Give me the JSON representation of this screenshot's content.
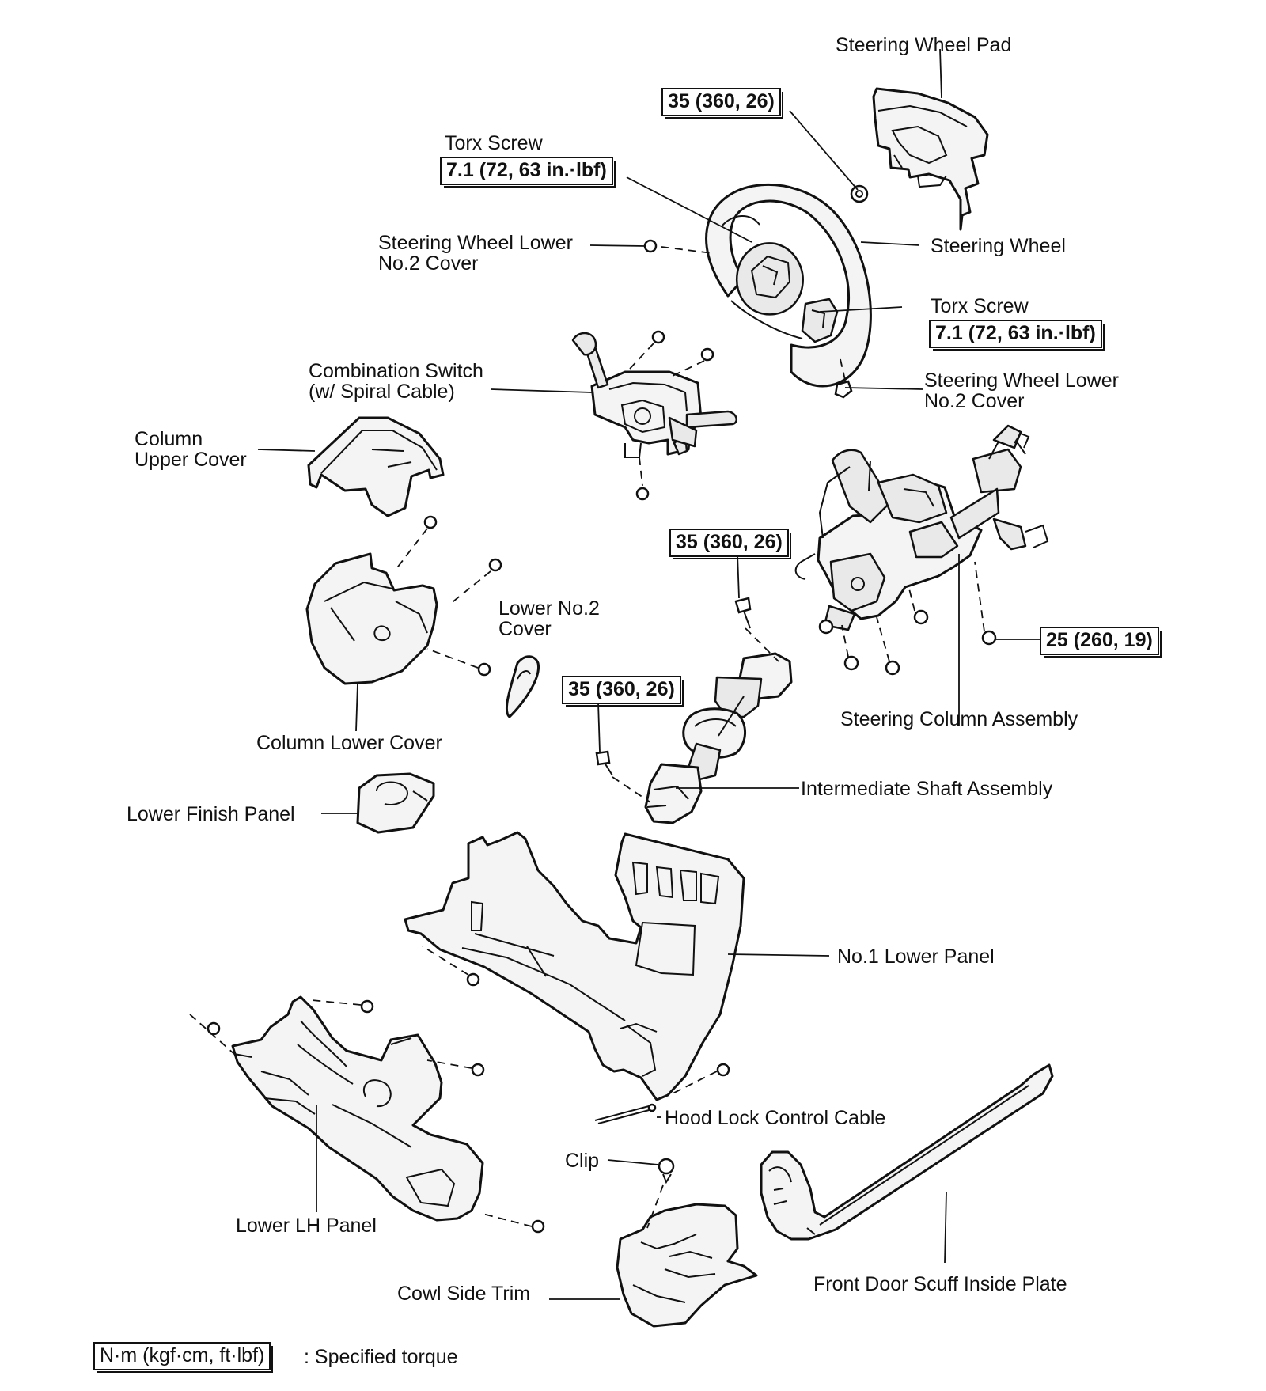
{
  "labels": {
    "steering_wheel_pad": "Steering Wheel Pad",
    "torx_screw_left": "Torx Screw",
    "torx_screw_right": "Torx Screw",
    "steering_wheel_lower_cover_left": [
      "Steering Wheel Lower",
      "No.2 Cover"
    ],
    "steering_wheel_lower_cover_right": [
      "Steering Wheel Lower",
      "No.2 Cover"
    ],
    "steering_wheel": "Steering Wheel",
    "combination_switch": [
      "Combination Switch",
      "(w/  Spiral Cable)"
    ],
    "column_upper_cover": [
      "Column",
      "Upper Cover"
    ],
    "lower_no2_cover": [
      "Lower No.2",
      "Cover"
    ],
    "column_lower_cover": "Column Lower Cover",
    "steering_column_assembly": "Steering Column Assembly",
    "intermediate_shaft_assembly": "Intermediate Shaft Assembly",
    "lower_finish_panel": "Lower Finish Panel",
    "no1_lower_panel": "No.1  Lower Panel",
    "hood_lock_control_cable": "Hood Lock Control Cable",
    "clip": "Clip",
    "lower_lh_panel": "Lower LH Panel",
    "cowl_side_trim": "Cowl Side Trim",
    "front_door_scuff_inside_plate": "Front Door Scuff Inside Plate"
  },
  "torques": {
    "wheel_nut": "35 (360, 26)",
    "torx_left": "7.1 (72, 63 in.·lbf)",
    "torx_right": "7.1 (72, 63 in.·lbf)",
    "shaft_upper": "35 (360, 26)",
    "shaft_lower": "35 (360, 26)",
    "column_nut": "25 (260, 19)"
  },
  "legend": {
    "unit": "N·m (kgf·cm, ft·lbf)",
    "text": ": Specified torque"
  }
}
